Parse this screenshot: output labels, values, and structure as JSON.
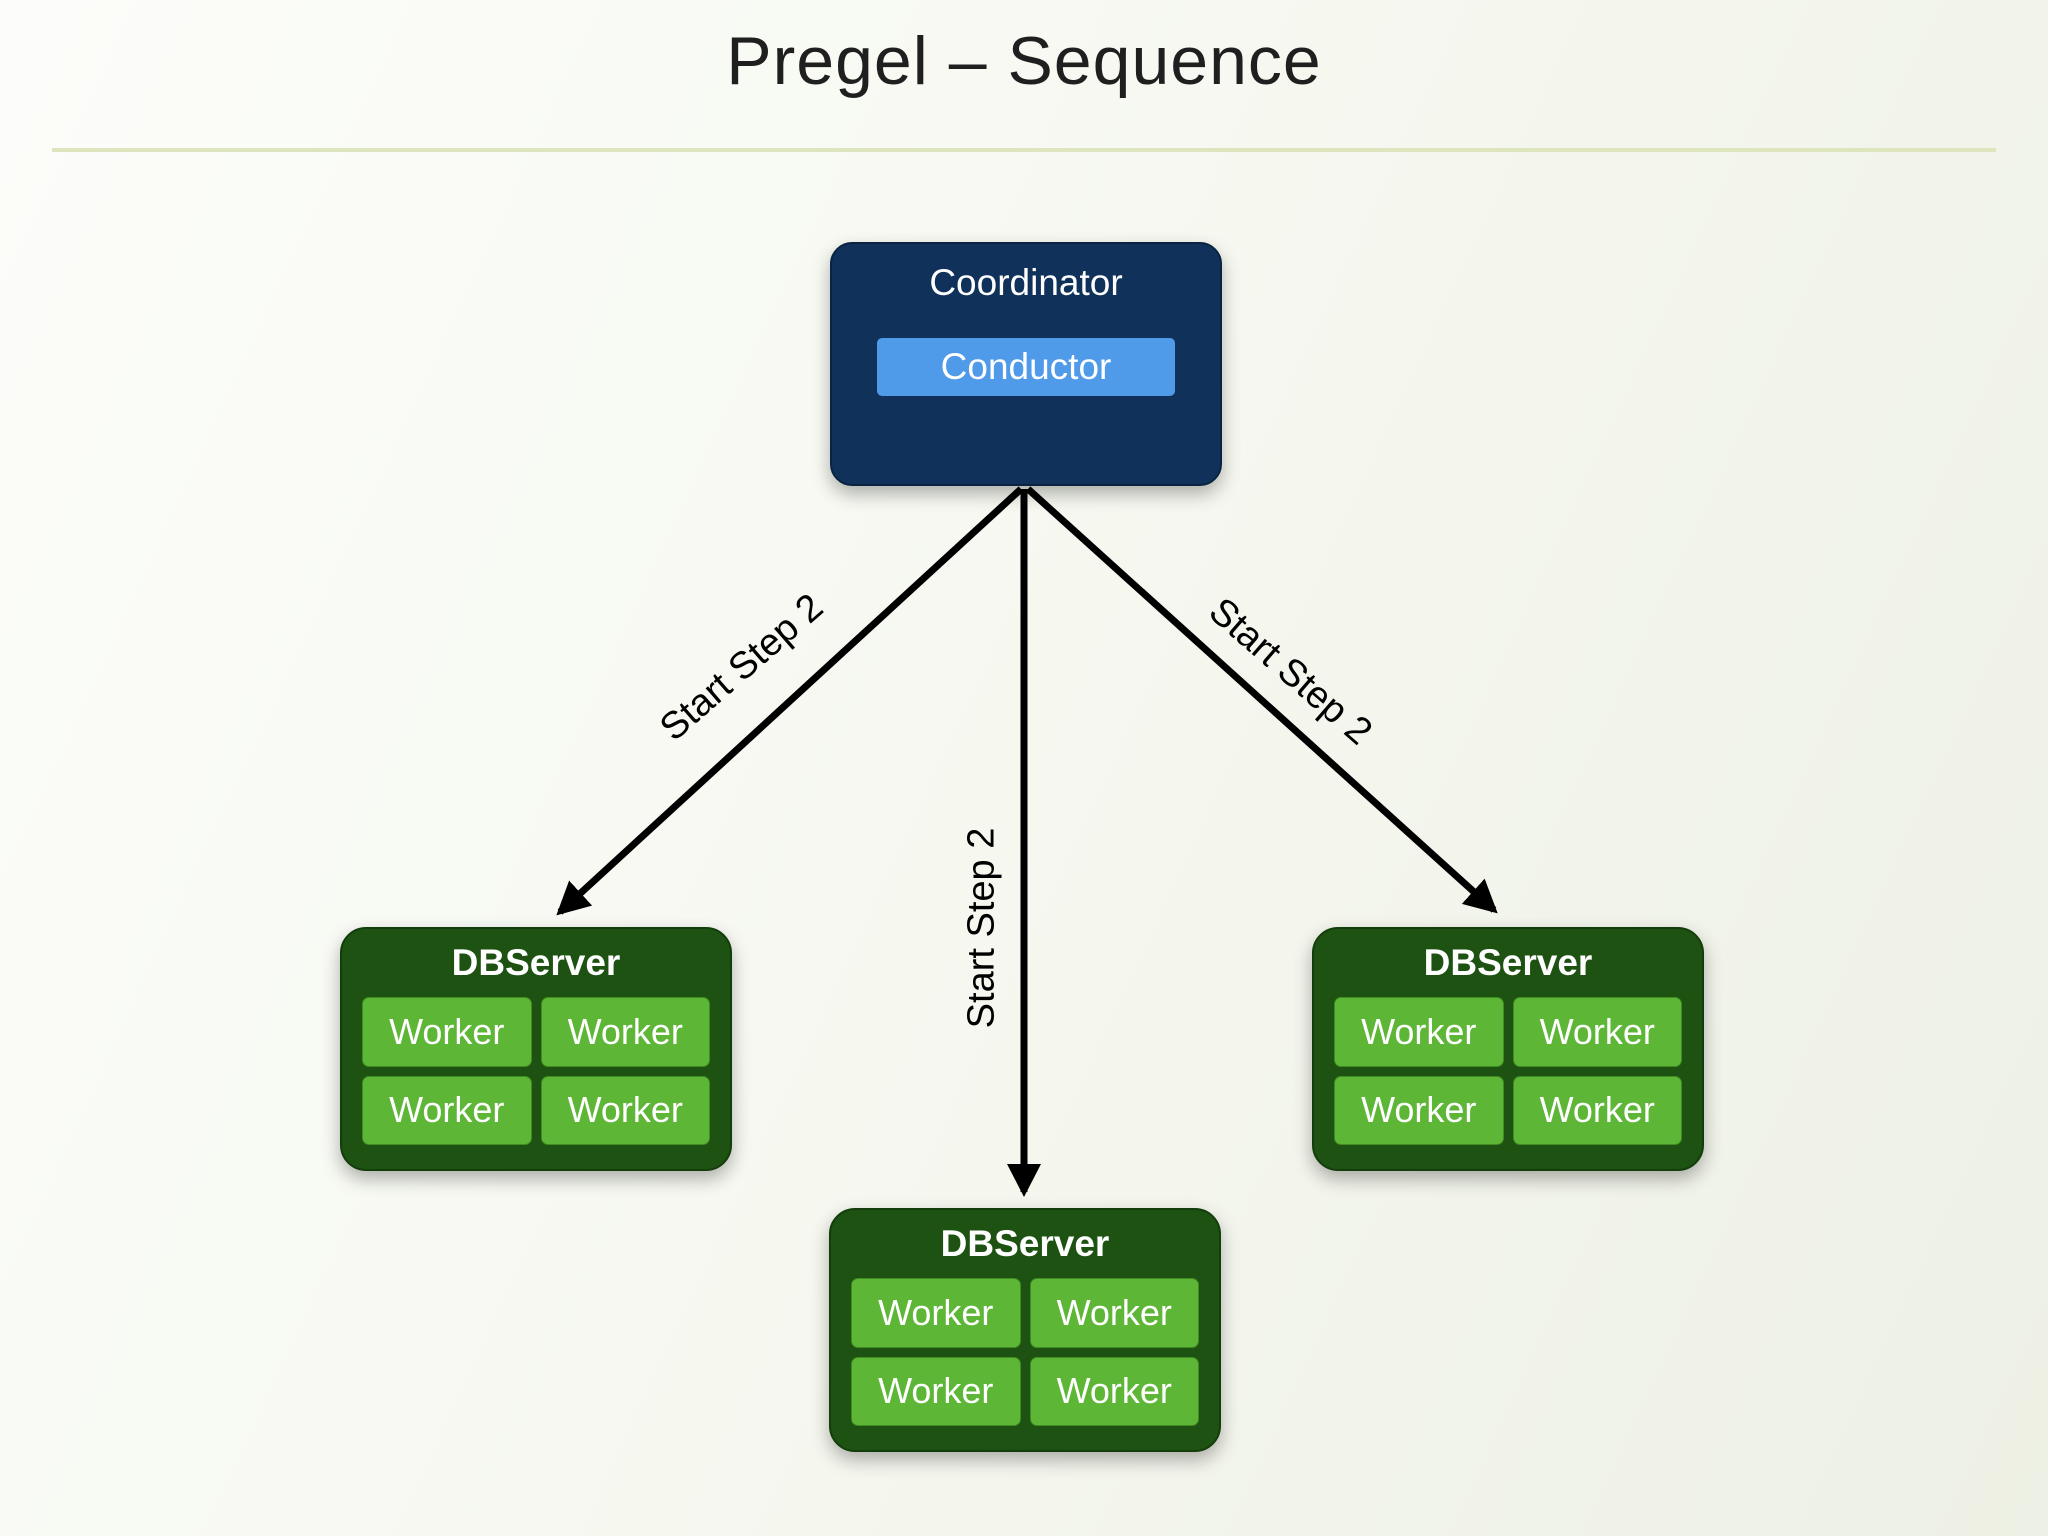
{
  "title": "Pregel – Sequence",
  "coordinator": {
    "label": "Coordinator",
    "conductor_label": "Conductor"
  },
  "edges": [
    {
      "label": "Start Step 2"
    },
    {
      "label": "Start Step 2"
    },
    {
      "label": "Start Step 2"
    }
  ],
  "servers": [
    {
      "label": "DBServer",
      "workers": [
        "Worker",
        "Worker",
        "Worker",
        "Worker"
      ]
    },
    {
      "label": "DBServer",
      "workers": [
        "Worker",
        "Worker",
        "Worker",
        "Worker"
      ]
    },
    {
      "label": "DBServer",
      "workers": [
        "Worker",
        "Worker",
        "Worker",
        "Worker"
      ]
    }
  ],
  "colors": {
    "coordinator_bg": "#10315a",
    "conductor_bg": "#4f9ae9",
    "server_bg": "#1d5212",
    "worker_bg": "#5eb637",
    "divider": "#dce5bd",
    "arrow": "#000000"
  }
}
